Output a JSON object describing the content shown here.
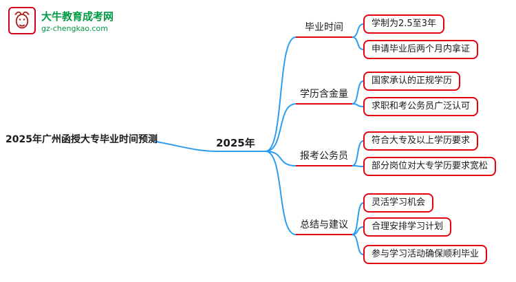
{
  "logo": {
    "site_name": "大牛教育成考网",
    "site_url": "gz-chengkao.com",
    "icon": "bull-icon"
  },
  "colors": {
    "node_border_red": "#e60012",
    "connector_blue": "#2b9df0",
    "logo_green": "#009944",
    "text": "#1a1a1a",
    "background": "#ffffff"
  },
  "mindmap": {
    "root": "2025年广州函授大专毕业时间预测",
    "center": "2025年",
    "branches": [
      {
        "label": "毕业时间",
        "children": [
          "学制为2.5至3年",
          "申请毕业后两个月内拿证"
        ]
      },
      {
        "label": "学历含金量",
        "children": [
          "国家承认的正规学历",
          "求职和考公务员广泛认可"
        ]
      },
      {
        "label": "报考公务员",
        "children": [
          "符合大专及以上学历要求",
          "部分岗位对大专学历要求宽松"
        ]
      },
      {
        "label": "总结与建议",
        "children": [
          "灵活学习机会",
          "合理安排学习计划",
          "参与学习活动确保顺利毕业"
        ]
      }
    ]
  }
}
